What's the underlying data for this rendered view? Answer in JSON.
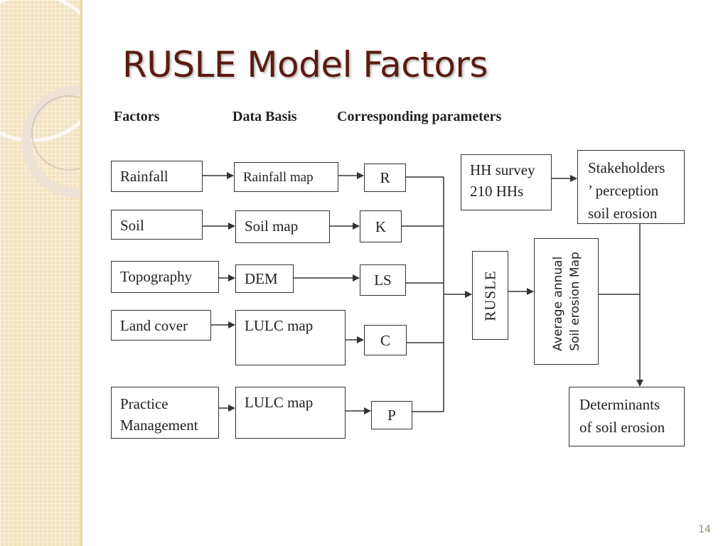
{
  "slide": {
    "title": "RUSLE Model Factors",
    "page_number": "14"
  },
  "headers": {
    "factors": "Factors",
    "data_basis": "Data Basis",
    "parameters": "Corresponding parameters"
  },
  "factors": {
    "rainfall": "Rainfall",
    "soil": "Soil",
    "topography": "Topography",
    "land_cover": "Land cover",
    "practice_line1": "Practice",
    "practice_line2": "Management"
  },
  "data_basis": {
    "rainfall_map": "Rainfall map",
    "soil_map": "Soil map",
    "dem": "DEM",
    "lulc_map_1": "LULC map",
    "lulc_map_2": "LULC map"
  },
  "parameters": {
    "r": "R",
    "k": "K",
    "ls": "LS",
    "c": "C",
    "p": "P"
  },
  "model": {
    "rusle": "RUSLE",
    "map_line1": "Average annual",
    "map_line2": "Soil erosion Map"
  },
  "survey": {
    "line1": "HH survey",
    "line2": "210 HHs"
  },
  "stakeholders": {
    "line1": "Stakeholders",
    "line2": "’ perception",
    "line3": "soil erosion"
  },
  "determinants": {
    "line1": "Determinants",
    "line2": "of soil erosion"
  },
  "colors": {
    "title": "#5a1b12",
    "sidebar": "#f1e2bf",
    "lines": "#333333"
  }
}
